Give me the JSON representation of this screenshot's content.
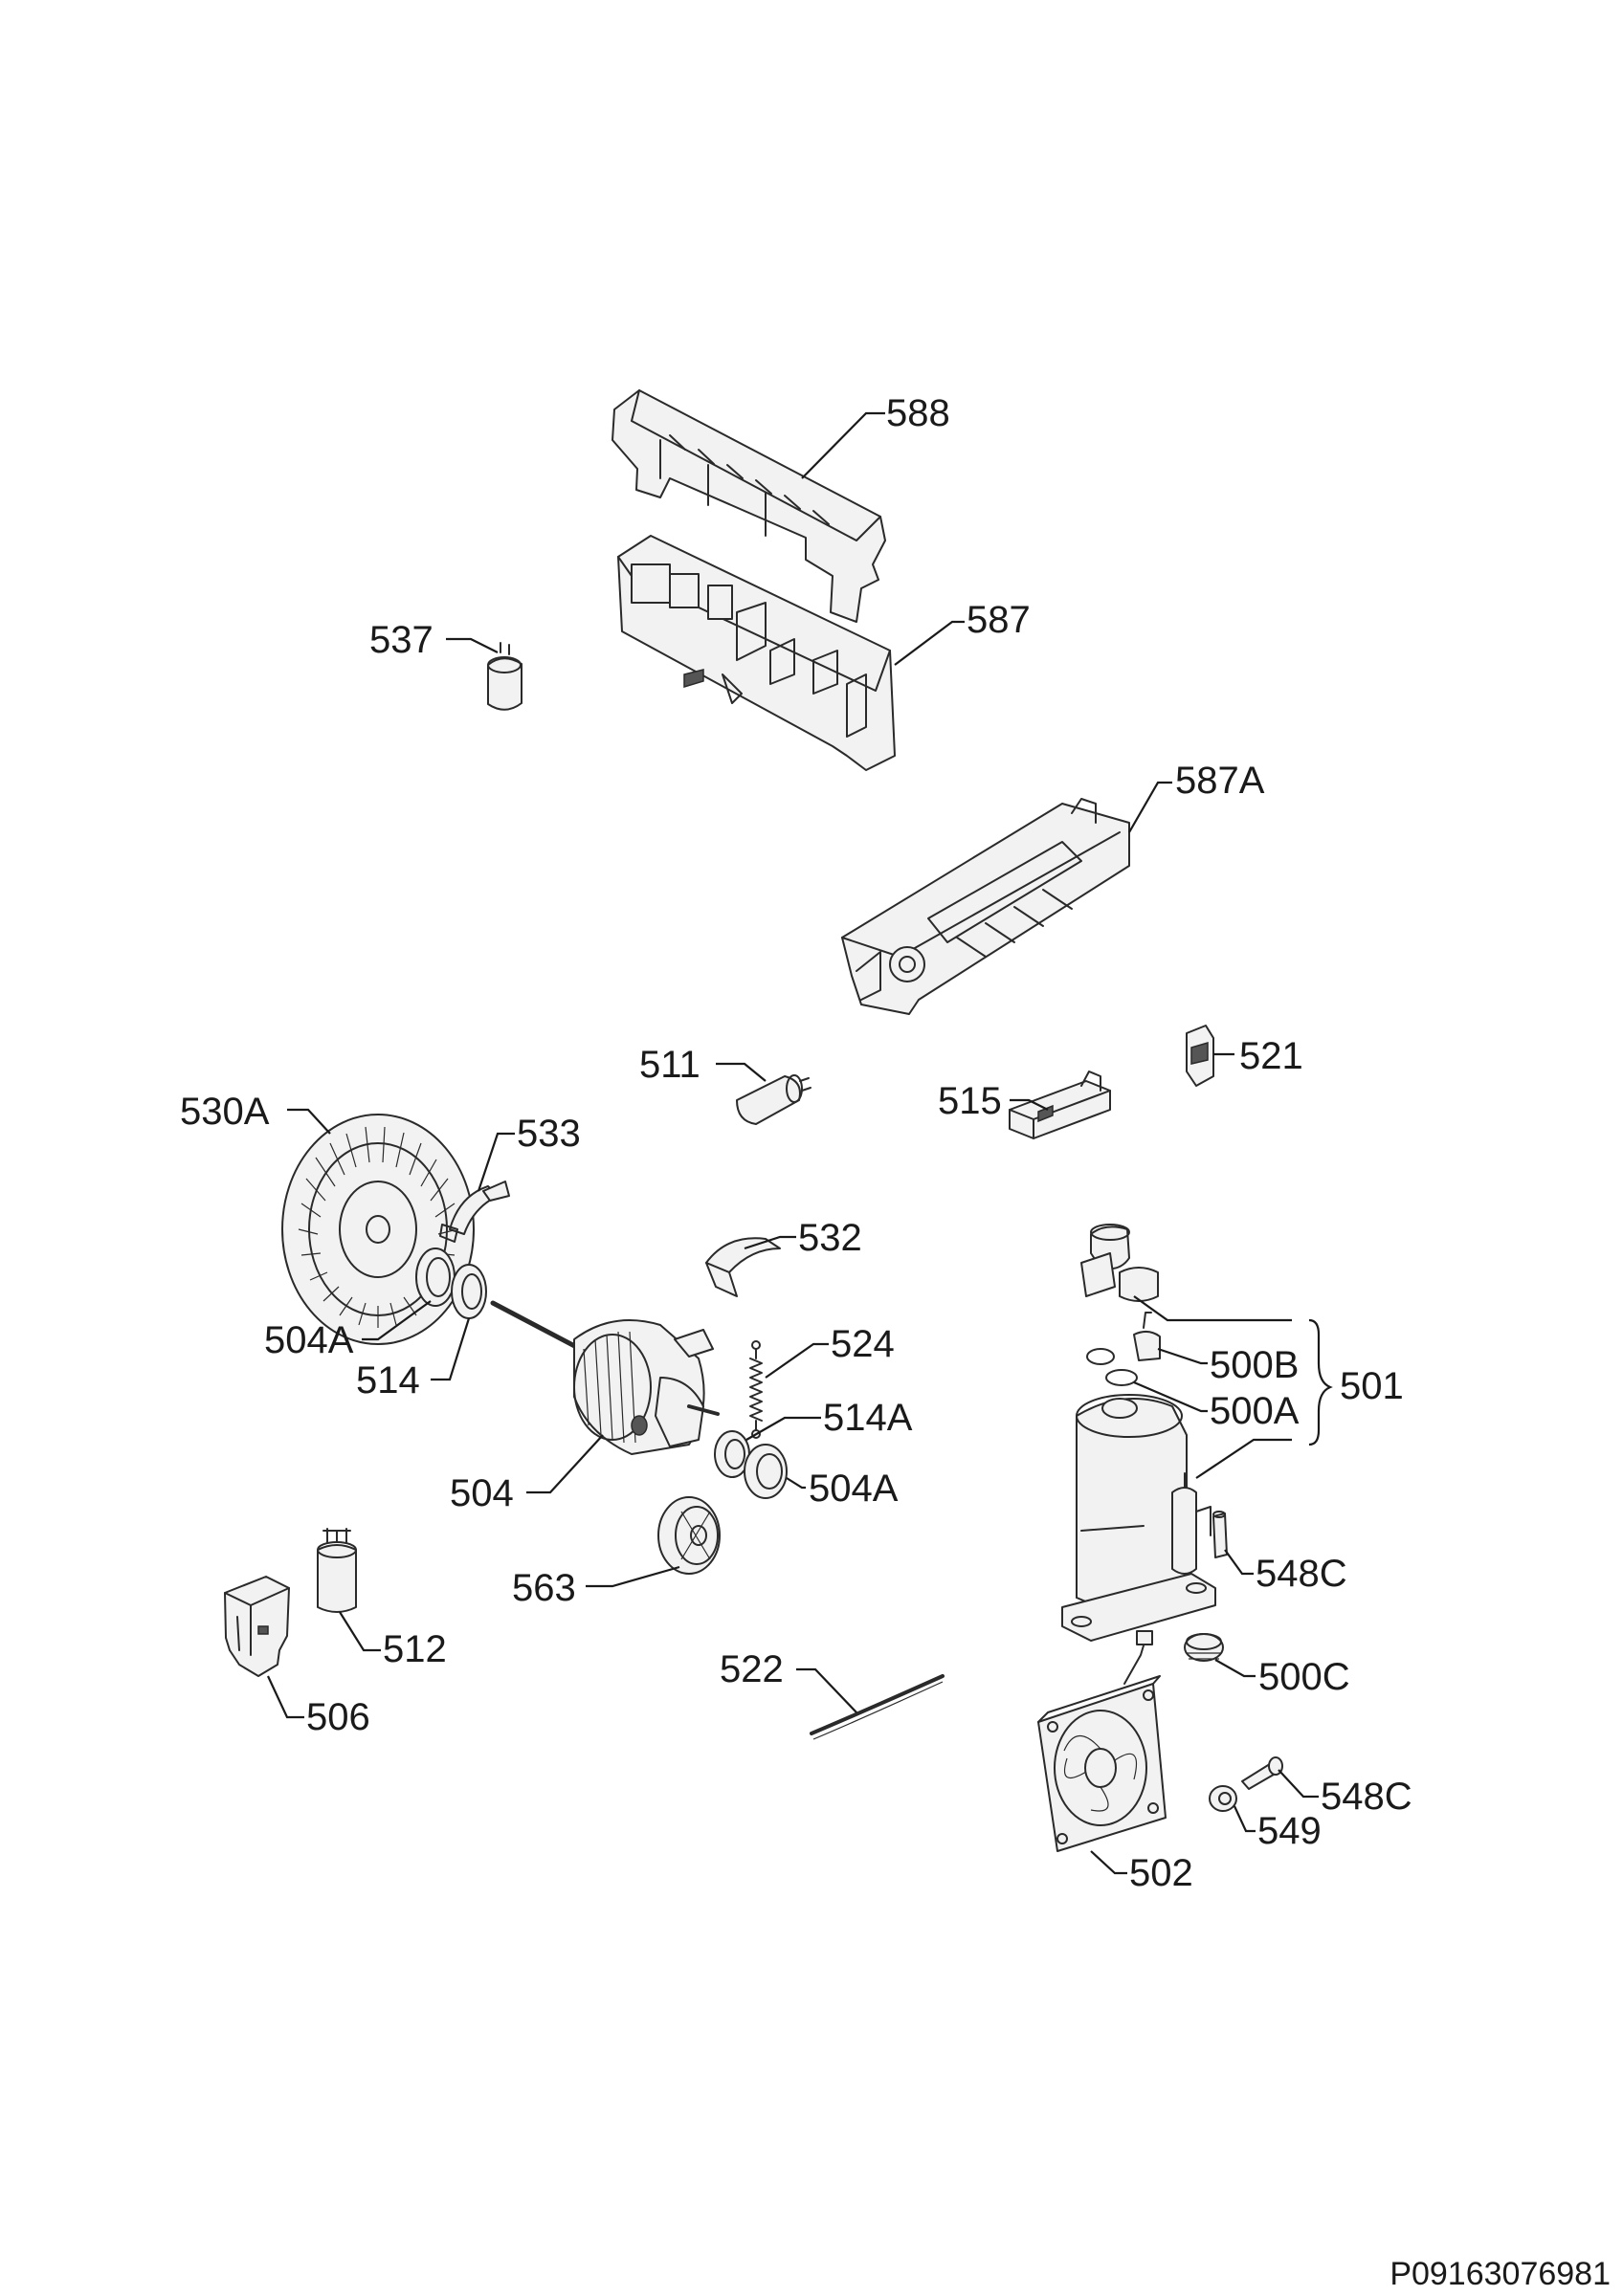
{
  "reference_code": "P09163076981",
  "parts": {
    "p588": "588",
    "p587": "587",
    "p587A": "587A",
    "p537": "537",
    "p511": "511",
    "p521": "521",
    "p515": "515",
    "p530A": "530A",
    "p533": "533",
    "p532": "532",
    "p524": "524",
    "p514A": "514A",
    "p504A_top": "504A",
    "p504A_right": "504A",
    "p514": "514",
    "p504": "504",
    "p563": "563",
    "p512": "512",
    "p506": "506",
    "p522": "522",
    "p500B": "500B",
    "p500A": "500A",
    "p501": "501",
    "p548C_top": "548C",
    "p500C": "500C",
    "p548C_bottom": "548C",
    "p549": "549",
    "p502": "502"
  }
}
